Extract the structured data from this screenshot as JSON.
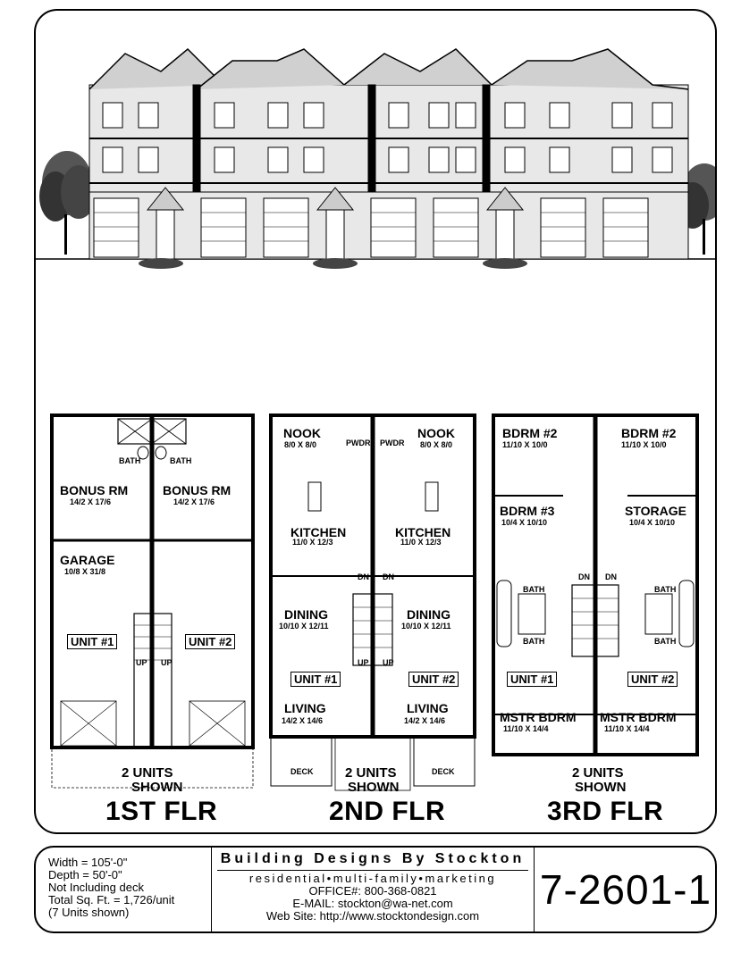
{
  "floors": {
    "first": {
      "title": "1ST FLR",
      "shown": [
        "2 UNITS",
        "SHOWN"
      ],
      "rooms": [
        {
          "name": "BONUS RM",
          "size": "14/2 X 17/6"
        },
        {
          "name": "BONUS RM",
          "size": "14/2 X 17/6"
        },
        {
          "name": "GARAGE",
          "size": "10/8 X 31/8"
        }
      ],
      "bath_left": "BATH",
      "bath_right": "BATH",
      "units": [
        "UNIT #1",
        "UNIT #2"
      ],
      "up": [
        "UP",
        "UP"
      ]
    },
    "second": {
      "title": "2ND FLR",
      "shown": [
        "2 UNITS",
        "SHOWN"
      ],
      "nook": {
        "name": "NOOK",
        "size": "8/0 X 8/0"
      },
      "pwdr": "PWDR",
      "kitchen": {
        "name": "KITCHEN",
        "size": "11/0 X 12/3"
      },
      "dining": {
        "name": "DINING",
        "size": "10/10 X 12/11"
      },
      "living": {
        "name": "LIVING",
        "size": "14/2 X 14/6"
      },
      "deck": "DECK",
      "units": [
        "UNIT #1",
        "UNIT #2"
      ],
      "up": "UP",
      "dn": "DN"
    },
    "third": {
      "title": "3RD FLR",
      "shown": [
        "2 UNITS",
        "SHOWN"
      ],
      "bdrm2": {
        "name": "BDRM #2",
        "size": "11/10 X 10/0"
      },
      "bdrm3": {
        "name": "BDRM #3",
        "size": "10/4 X 10/10"
      },
      "storage": {
        "name": "STORAGE",
        "size": "10/4 X 10/10"
      },
      "mstr": {
        "name": "MSTR BDRM",
        "size": "11/10 X 14/4"
      },
      "bath": "BATH",
      "units": [
        "UNIT #1",
        "UNIT #2"
      ],
      "dn": "DN"
    }
  },
  "title_block": {
    "specs": [
      "Width         = 105'-0\"",
      "Depth          = 50'-0\"",
      "Not Including  deck",
      "Total Sq. Ft. = 1,726/unit",
      "(7 Units shown)"
    ],
    "firm": "Building Designs By Stockton",
    "tagline": "residential•multi-family•marketing",
    "office": "OFFICE#: 800-368-0821",
    "email": "E-MAIL: stockton@wa-net.com",
    "web": "Web Site:    http://www.stocktondesign.com",
    "plan_number": "7-2601-1"
  }
}
